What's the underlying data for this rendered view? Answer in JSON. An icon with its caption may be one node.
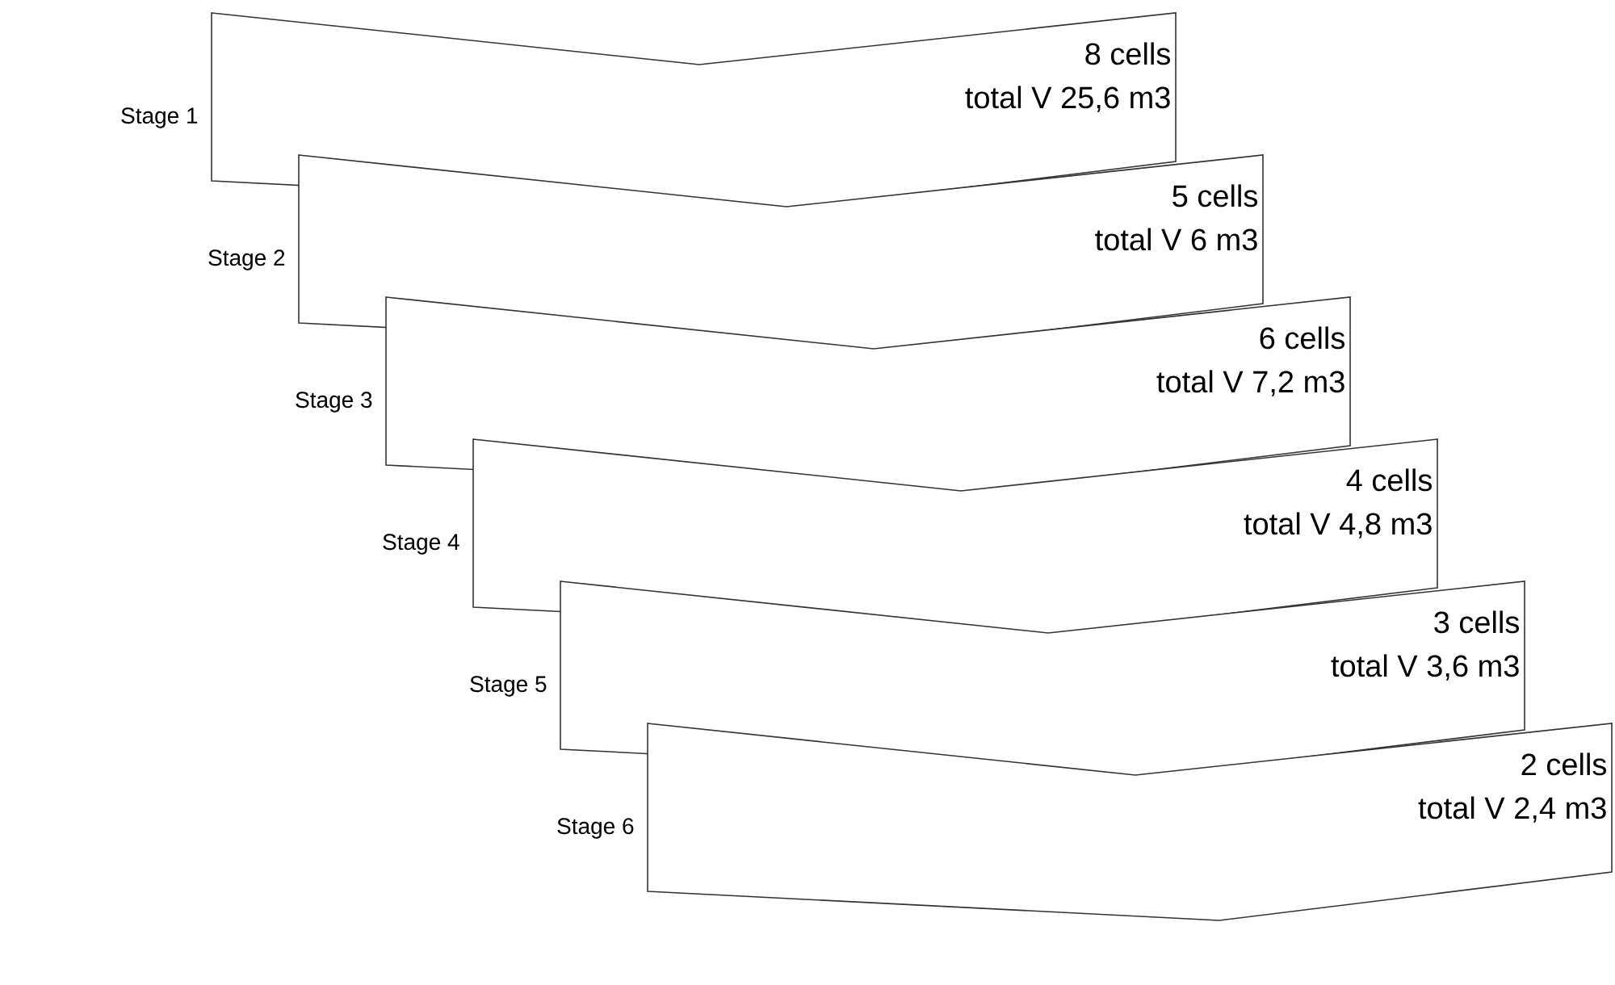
{
  "diagram": {
    "nodes": [
      {
        "text": [
          "8 cells",
          "total V 25,6 m3"
        ],
        "beside": [
          "Stage 1"
        ]
      },
      {
        "text": [
          "5 cells",
          "total V 6 m3"
        ],
        "beside": [
          "Stage 2"
        ]
      },
      {
        "text": [
          "6 cells",
          "total V 7,2 m3"
        ],
        "beside": [
          "Stage 3"
        ]
      },
      {
        "text": [
          "4 cells",
          "total V 4,8 m3"
        ],
        "beside": [
          "Stage 4"
        ]
      },
      {
        "text": [
          "3 cells",
          "total V 3,6 m3"
        ],
        "beside": [
          "Stage 5"
        ]
      },
      {
        "text": [
          "2 cells",
          "total V 2,4 m3"
        ],
        "beside": [
          "Stage 6"
        ]
      }
    ]
  }
}
